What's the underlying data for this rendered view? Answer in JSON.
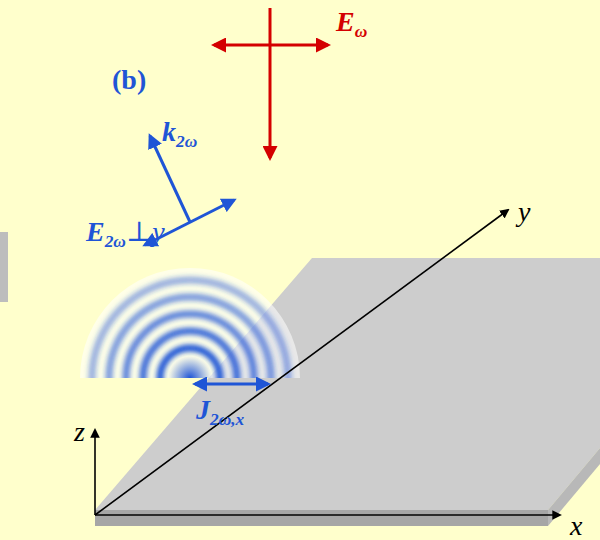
{
  "diagram": {
    "labels": [
      "(b)",
      "Eω",
      "k2ω",
      "E2ω⊥y",
      "y",
      "J2ω,x",
      "z",
      "x"
    ]
  }
}
